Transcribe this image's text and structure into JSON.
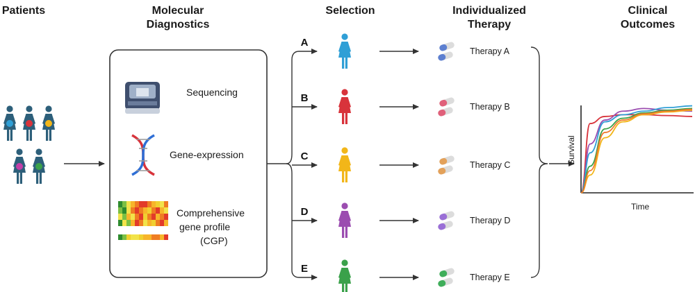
{
  "headers": {
    "patients": "Patients",
    "molecular_line1": "Molecular",
    "molecular_line2": "Diagnostics",
    "selection": "Selection",
    "therapy_line1": "Individualized",
    "therapy_line2": "Therapy",
    "outcomes_line1": "Clinical",
    "outcomes_line2": "Outcomes"
  },
  "diagnostics": {
    "sequencing": "Sequencing",
    "gene_expression": "Gene-expression",
    "cgp_line1": "Comprehensive",
    "cgp_line2": "gene profile",
    "cgp_line3": "(CGP)"
  },
  "groups": [
    {
      "letter": "A",
      "therapy": "Therapy A",
      "color": "#2f9fd6",
      "pill": "#5d7fd0"
    },
    {
      "letter": "B",
      "therapy": "Therapy B",
      "color": "#d8333b",
      "pill": "#e0607a"
    },
    {
      "letter": "C",
      "therapy": "Therapy C",
      "color": "#f2b619",
      "pill": "#e3a15a"
    },
    {
      "letter": "D",
      "therapy": "Therapy D",
      "color": "#9b4db0",
      "pill": "#9a6fd6"
    },
    {
      "letter": "E",
      "therapy": "Therapy E",
      "color": "#3aa14a",
      "pill": "#3fae5a"
    }
  ],
  "patients": {
    "body_color": "#2d5f7a",
    "marker_colors": [
      "#2f9fd6",
      "#d8333b",
      "#f2b619",
      "#c23fa8",
      "#3aa14a"
    ]
  },
  "chart_data": {
    "type": "line",
    "xlabel": "Time",
    "ylabel": "Survival",
    "grid": false,
    "legend": "none",
    "series": [
      {
        "color": "#d8333b",
        "values": [
          0.0,
          0.78,
          0.86,
          0.88,
          0.88,
          0.87,
          0.86
        ]
      },
      {
        "color": "#9b4db0",
        "values": [
          0.0,
          0.55,
          0.82,
          0.92,
          0.95,
          0.93,
          0.92
        ]
      },
      {
        "color": "#2f9fd6",
        "values": [
          0.0,
          0.45,
          0.8,
          0.88,
          0.92,
          0.96,
          0.98
        ]
      },
      {
        "color": "#3aa14a",
        "values": [
          0.0,
          0.3,
          0.72,
          0.84,
          0.9,
          0.93,
          0.95
        ]
      },
      {
        "color": "#f2b619",
        "values": [
          0.0,
          0.2,
          0.62,
          0.8,
          0.88,
          0.91,
          0.93
        ]
      },
      {
        "color": "#f07a2e",
        "values": [
          0.0,
          0.25,
          0.68,
          0.82,
          0.89,
          0.92,
          0.94
        ]
      }
    ]
  }
}
